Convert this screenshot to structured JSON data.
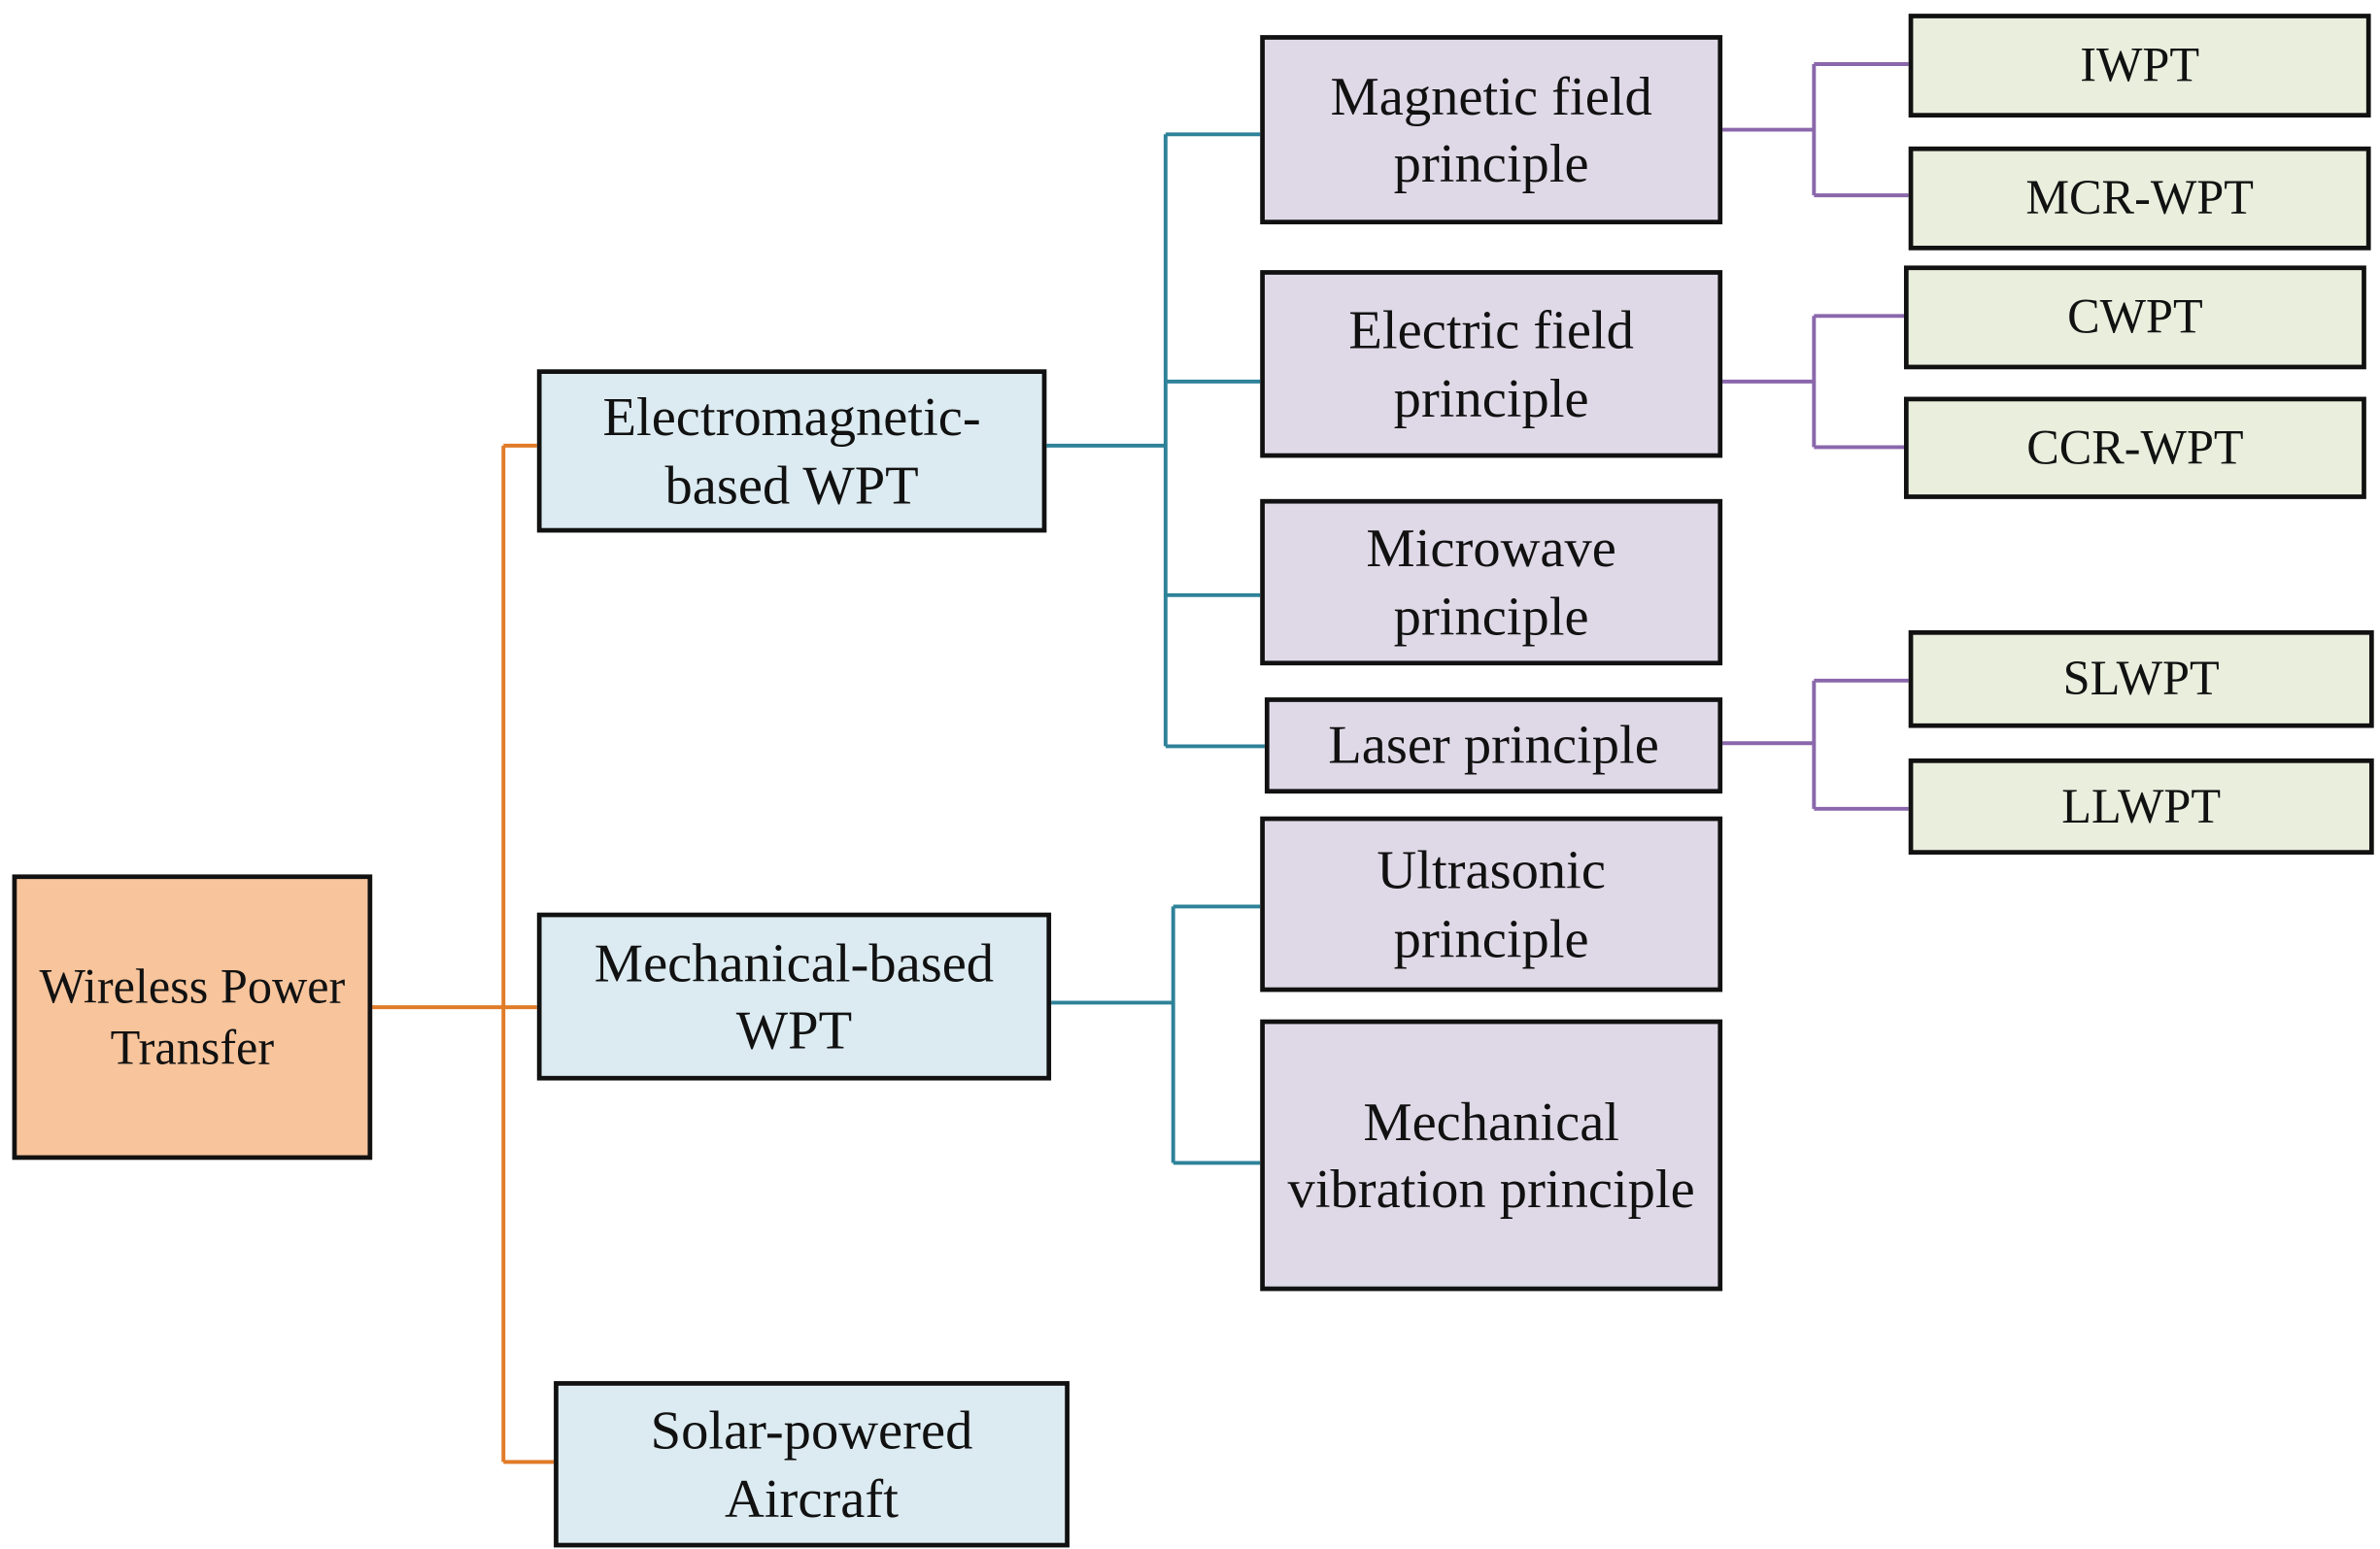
{
  "diagram": {
    "root": {
      "label": "Wireless Power\nTransfer"
    },
    "categories": {
      "em": {
        "label": "Electromagnetic-\nbased WPT"
      },
      "mech": {
        "label": "Mechanical-based\nWPT"
      },
      "solar": {
        "label": "Solar-powered\nAircraft"
      }
    },
    "principles": {
      "magnetic": {
        "label": "Magnetic field\nprinciple"
      },
      "electric": {
        "label": "Electric field\nprinciple"
      },
      "microwave": {
        "label": "Microwave\nprinciple"
      },
      "laser": {
        "label": "Laser principle"
      },
      "ultrasonic": {
        "label": "Ultrasonic\nprinciple"
      },
      "vibration": {
        "label": "Mechanical\nvibration principle"
      }
    },
    "techniques": {
      "iwpt": {
        "label": "IWPT"
      },
      "mcrwpt": {
        "label": "MCR-WPT"
      },
      "cwpt": {
        "label": "CWPT"
      },
      "ccrwpt": {
        "label": "CCR-WPT"
      },
      "slwpt": {
        "label": "SLWPT"
      },
      "llwpt": {
        "label": "LLWPT"
      }
    },
    "colors": {
      "root_fill": "#f7c49c",
      "category_fill": "#dcebf1",
      "principle_fill": "#dfd9e7",
      "technique_fill": "#e9eedd",
      "root_connector": "#e07b28",
      "category_connector": "#2e8299",
      "principle_connector": "#8a67ab"
    }
  }
}
